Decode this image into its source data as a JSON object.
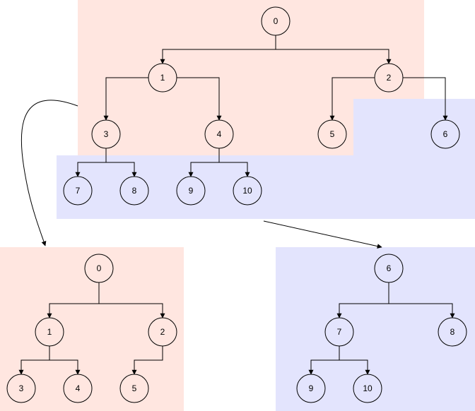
{
  "colors": {
    "pink_region": "#ffe6e0",
    "blue_region": "#e3e4fd",
    "node_stroke": "#000000",
    "edge": "#000000"
  },
  "top_tree": {
    "nodes": {
      "n0": "0",
      "n1": "1",
      "n2": "2",
      "n3": "3",
      "n4": "4",
      "n5": "5",
      "n6": "6",
      "n7": "7",
      "n8": "8",
      "n9": "9",
      "n10": "10"
    }
  },
  "left_tree": {
    "nodes": {
      "n0": "0",
      "n1": "1",
      "n2": "2",
      "n3": "3",
      "n4": "4",
      "n5": "5"
    }
  },
  "right_tree": {
    "nodes": {
      "n6": "6",
      "n7": "7",
      "n8": "8",
      "n9": "9",
      "n10": "10"
    }
  }
}
